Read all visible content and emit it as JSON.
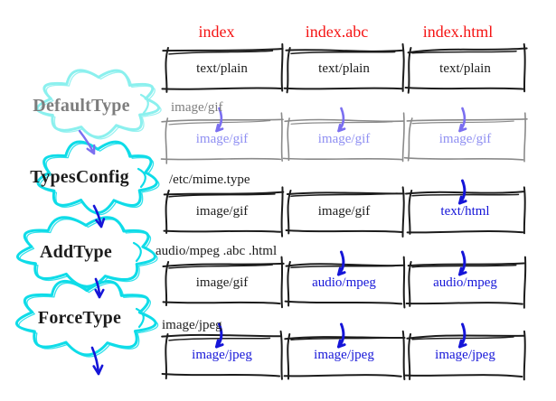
{
  "colors": {
    "header_red": "#f51414",
    "ink": "#1c1c1c",
    "cloud_cyan": "#0edce8",
    "cloud_cyan_muted": "#8bf0ee",
    "muted_border": "#8a8a8a",
    "muted_label": "#7d7d7d",
    "muted_value": "#8f8ff2",
    "purple_arrow": "#7b6ff0",
    "blue": "#1515d8"
  },
  "header": {
    "files": [
      "index",
      "index.abc",
      "index.html"
    ]
  },
  "initial": {
    "cells": [
      "text/plain",
      "text/plain",
      "text/plain"
    ]
  },
  "steps": [
    {
      "directive": "DefaultType",
      "argument": "image/gif",
      "muted": true,
      "cells": [
        {
          "value": "image/gif",
          "changed": true
        },
        {
          "value": "image/gif",
          "changed": true
        },
        {
          "value": "image/gif",
          "changed": true
        }
      ]
    },
    {
      "directive": "TypesConfig",
      "argument": "/etc/mime.type",
      "muted": false,
      "cells": [
        {
          "value": "image/gif",
          "changed": false
        },
        {
          "value": "image/gif",
          "changed": false
        },
        {
          "value": "text/html",
          "changed": true
        }
      ]
    },
    {
      "directive": "AddType",
      "argument": "audio/mpeg .abc .html",
      "muted": false,
      "cells": [
        {
          "value": "image/gif",
          "changed": false
        },
        {
          "value": "audio/mpeg",
          "changed": true
        },
        {
          "value": "audio/mpeg",
          "changed": true
        }
      ]
    },
    {
      "directive": "ForceType",
      "argument": "image/jpeg",
      "muted": false,
      "cells": [
        {
          "value": "image/jpeg",
          "changed": true
        },
        {
          "value": "image/jpeg",
          "changed": true
        },
        {
          "value": "image/jpeg",
          "changed": true
        }
      ]
    }
  ]
}
